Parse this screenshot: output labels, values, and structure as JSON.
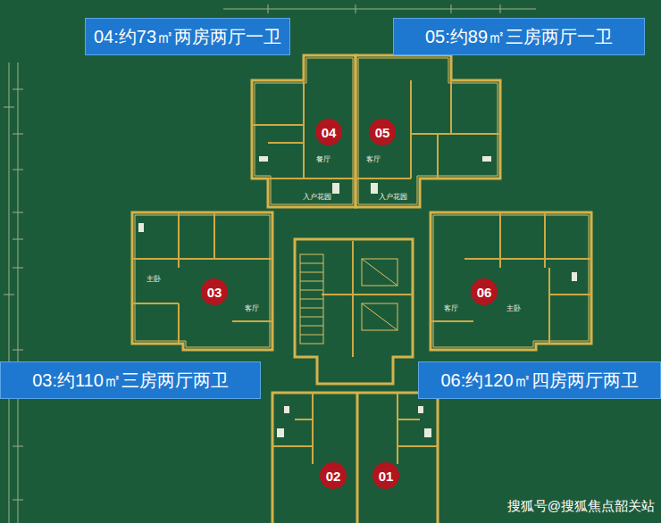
{
  "diagram": {
    "nodes": [
      {
        "text": [
          "04:约73㎡两房两厅一卫"
        ]
      },
      {
        "text": [
          "05:约89㎡三房两厅一卫"
        ]
      },
      {
        "text": [
          "04"
        ]
      },
      {
        "text": [
          "05"
        ]
      },
      {
        "text": [
          "03"
        ]
      },
      {
        "text": [
          "06"
        ]
      },
      {
        "text": [
          "03:约110㎡三房两厅两卫"
        ]
      },
      {
        "text": [
          "06:约120㎡四房两厅两卫"
        ]
      },
      {
        "text": [
          "02"
        ]
      },
      {
        "text": [
          "01"
        ]
      }
    ],
    "labels": [
      "餐厅",
      "客厅",
      "入户花园",
      "入户花园",
      "主卧",
      "客厅",
      "客厅",
      "主卧",
      "搜狐号@搜狐焦点韶关站"
    ]
  }
}
